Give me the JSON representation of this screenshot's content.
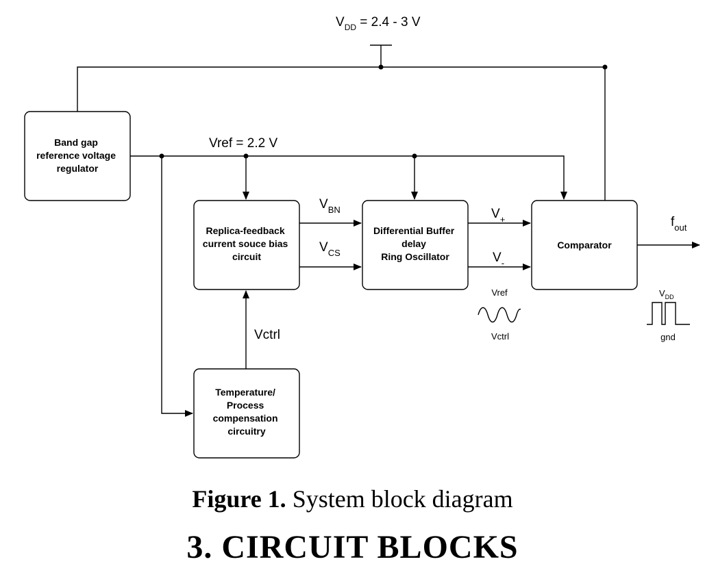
{
  "supply": {
    "label": "V",
    "sub": "DD",
    "value": " = 2.4 - 3 V"
  },
  "vref_label": "Vref = 2.2 V",
  "blocks": {
    "bandgap": [
      "Band gap",
      "reference voltage",
      "regulator"
    ],
    "replica": [
      "Replica-feedback",
      "current souce bias",
      "circuit"
    ],
    "ring": [
      "Differential Buffer",
      "delay",
      "Ring Oscillator"
    ],
    "comparator": [
      "Comparator"
    ],
    "temp": [
      "Temperature/",
      "Process",
      "compensation",
      "circuitry"
    ]
  },
  "signals": {
    "vbn": {
      "main": "V",
      "sub": "BN"
    },
    "vcs": {
      "main": "V",
      "sub": "CS"
    },
    "vplus": {
      "main": "V",
      "sub": "+"
    },
    "vminus": {
      "main": "V",
      "sub": "-"
    },
    "fout": {
      "main": "f",
      "sub": "out"
    },
    "vctrl": "Vctrl"
  },
  "waveforms": {
    "sine_top": "Vref",
    "sine_bottom": "Vctrl",
    "square_top": {
      "main": "V",
      "sub": "DD"
    },
    "square_bottom": "gnd"
  },
  "caption": {
    "bold": "Figure 1.",
    "text": " System block diagram"
  },
  "section_heading": "3.  CIRCUIT BLOCKS"
}
